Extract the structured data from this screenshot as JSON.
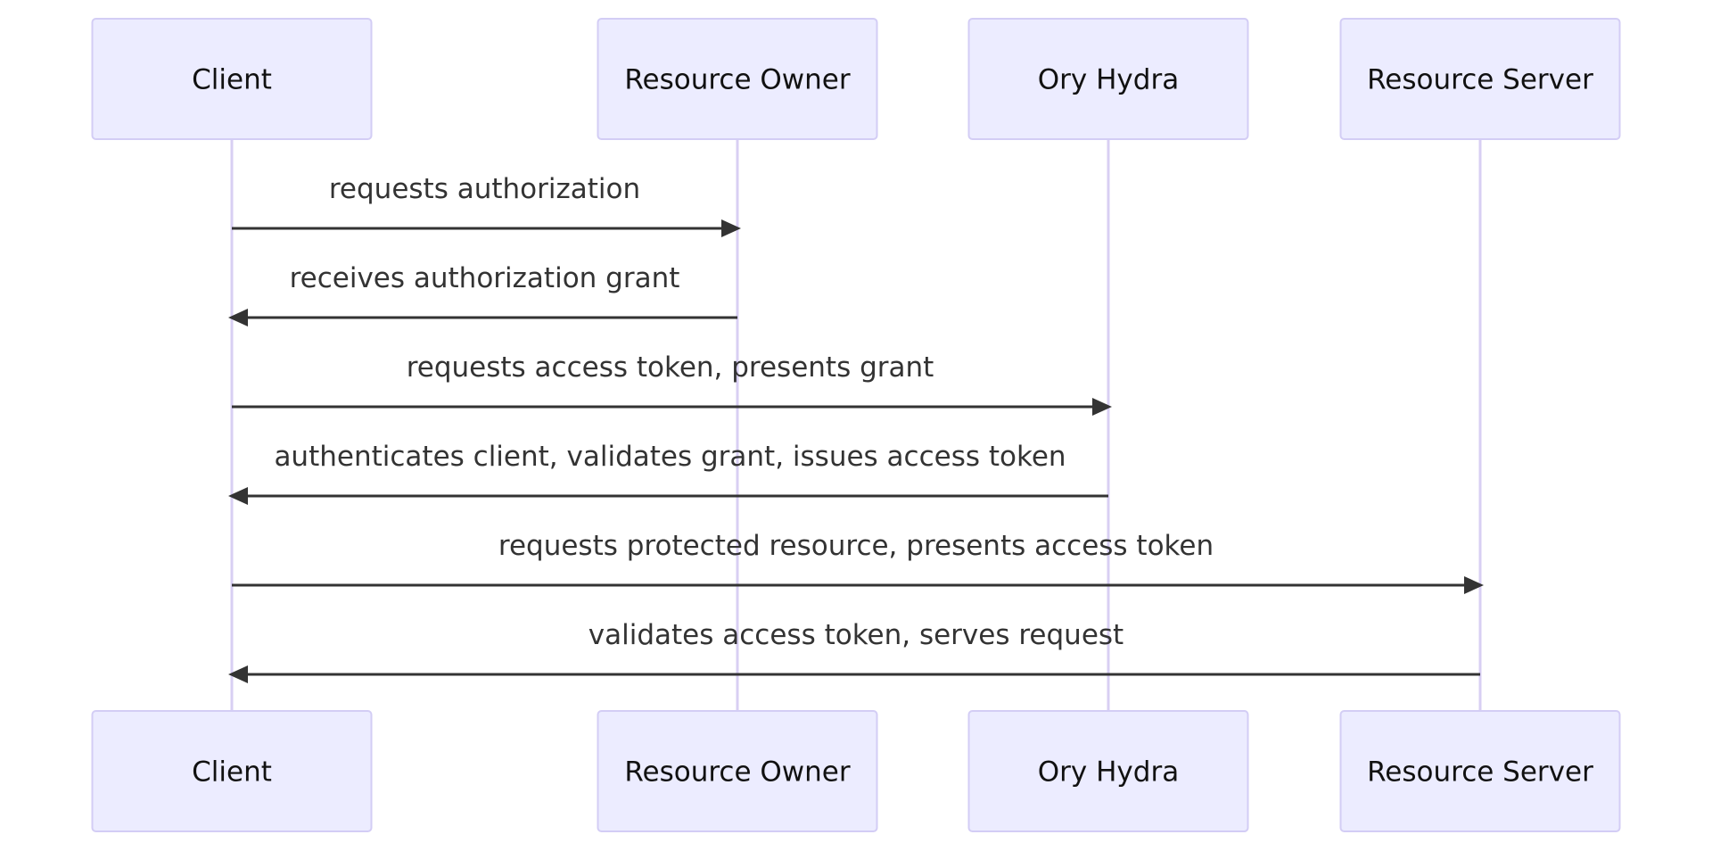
{
  "colors": {
    "actor_fill": "#ececff",
    "actor_border": "#d3cdf5",
    "lifeline": "#d8cff3",
    "message": "#333333",
    "actor_text": "#111111"
  },
  "participants": [
    {
      "id": "client",
      "label": "Client"
    },
    {
      "id": "owner",
      "label": "Resource Owner"
    },
    {
      "id": "hydra",
      "label": "Ory Hydra"
    },
    {
      "id": "server",
      "label": "Resource Server"
    }
  ],
  "messages": [
    {
      "from": "client",
      "to": "owner",
      "text": "requests authorization"
    },
    {
      "from": "owner",
      "to": "client",
      "text": "receives authorization grant"
    },
    {
      "from": "client",
      "to": "hydra",
      "text": "requests access token, presents grant"
    },
    {
      "from": "hydra",
      "to": "client",
      "text": "authenticates client, validates grant, issues access token"
    },
    {
      "from": "client",
      "to": "server",
      "text": "requests protected resource, presents access token"
    },
    {
      "from": "server",
      "to": "client",
      "text": "validates access token, serves request"
    }
  ]
}
